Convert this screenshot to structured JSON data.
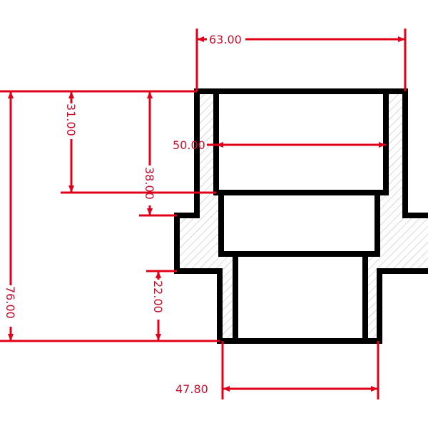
{
  "drawing": {
    "dimensions": {
      "top_width": "63.00",
      "upper_bore_depth": "31.00",
      "inner_diameter": "50.00",
      "step_depth": "38.00",
      "overall_height": "76.00",
      "lower_bore_depth": "22.00",
      "bottom_width": "47.80"
    },
    "colors": {
      "outline": "#000000",
      "dimension": "#e0001a",
      "hatch": "#b0b0b0",
      "background": "#ffffff"
    }
  }
}
